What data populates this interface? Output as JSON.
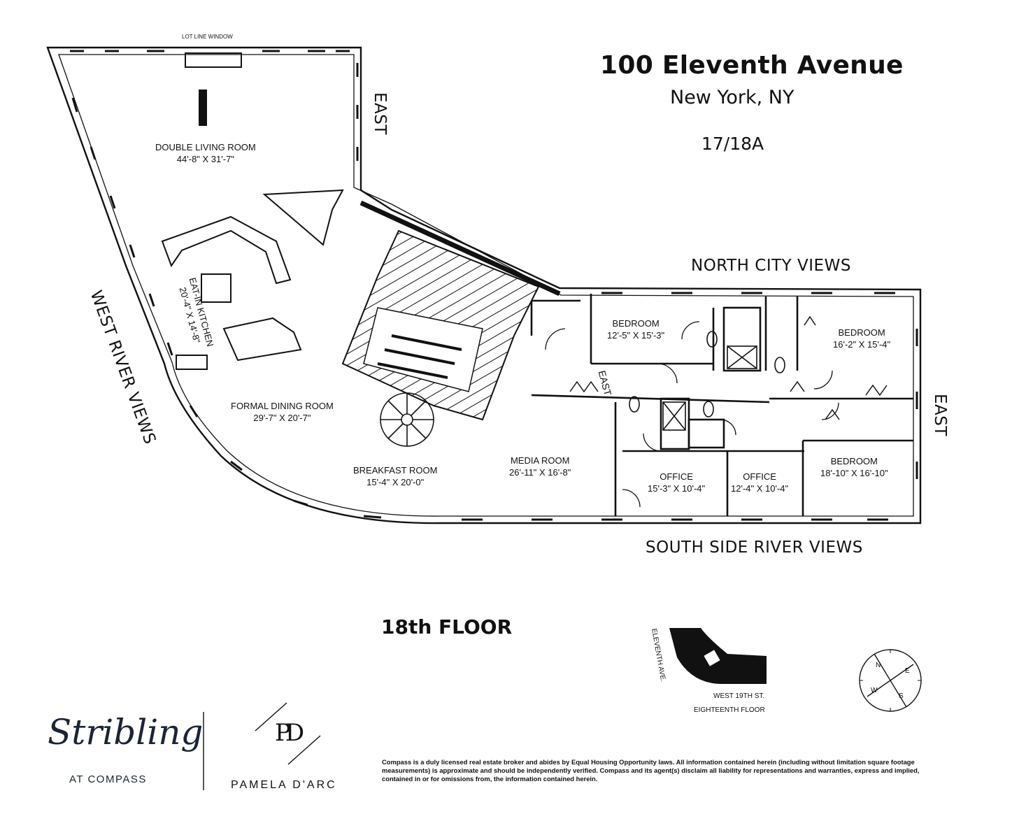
{
  "header": {
    "address": "100 Eleventh Avenue",
    "city": "New York, NY",
    "unit": "17/18A"
  },
  "floor_label": "18th FLOOR",
  "views": {
    "north": "NORTH CITY VIEWS",
    "south": "SOUTH SIDE RIVER VIEWS",
    "west": "WEST RIVER VIEWS",
    "east_top": "EAST",
    "east_right": "EAST",
    "east_mid": "EAST",
    "lot_line": "LOT LINE WINDOW"
  },
  "rooms": [
    {
      "name": "DOUBLE LIVING ROOM",
      "dims": "44'-8\" X 31'-7\""
    },
    {
      "name": "EAT-IN KITCHEN",
      "dims": "20'-4\" X 14'-8\""
    },
    {
      "name": "FORMAL DINING ROOM",
      "dims": "29'-7\" X 20'-7\""
    },
    {
      "name": "BREAKFAST ROOM",
      "dims": "15'-4\" X 20'-0\""
    },
    {
      "name": "MEDIA ROOM",
      "dims": "26'-11\" X 16'-8\""
    },
    {
      "name": "OFFICE",
      "dims": "15'-3\" X 10'-4\""
    },
    {
      "name": "OFFICE",
      "dims": "12'-4\" X 10'-4\""
    },
    {
      "name": "BEDROOM",
      "dims": "12'-5\" X 15'-3\""
    },
    {
      "name": "BEDROOM",
      "dims": "16'-2\" X 15'-4\""
    },
    {
      "name": "BEDROOM",
      "dims": "18'-10\" X 16'-10\""
    }
  ],
  "key_plan": {
    "street_west": "ELEVENTH AVE.",
    "street_south": "WEST 19TH ST.",
    "floor": "EIGHTEENTH FLOOR"
  },
  "compass": {
    "n": "N",
    "e": "E",
    "s": "S",
    "w": "W"
  },
  "branding": {
    "stribling": "Stribling",
    "at_compass": "AT COMPASS",
    "pd_mark": "PD",
    "pamela": "PAMELA D'ARC"
  },
  "disclaimer": "Compass is a duly licensed real estate broker and abides by Equal Housing Opportunity laws. All information contained herein (including without limitation square footage measurements) is approximate and should be independently verified. Compass and its agent(s) disclaim all liability for representations and warranties, express and implied, contained in or for omissions from, the information contained herein."
}
